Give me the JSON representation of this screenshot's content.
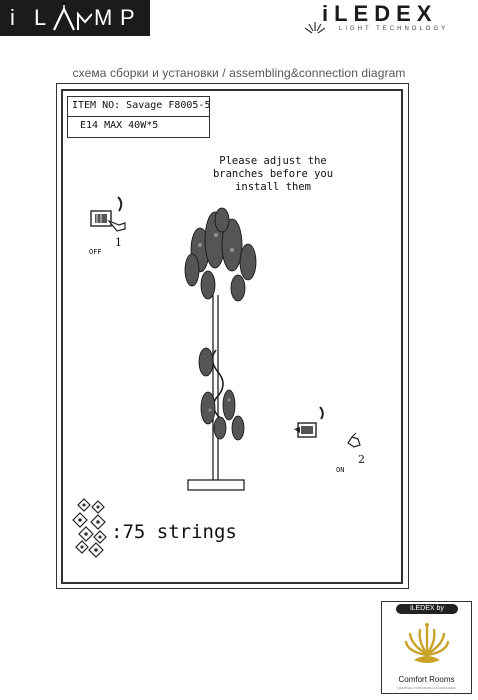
{
  "brand": {
    "ilamp_letters": [
      "i",
      "L",
      "A",
      "M",
      "P"
    ],
    "iledex_word": "iLEDEX",
    "iledex_tagline": "LIGHT TECHNOLOGY"
  },
  "subtitle": "схема сборки и установки / assembling&connection diagram",
  "spec": {
    "item_no": "ITEM NO: Savage F8005-5",
    "bulbs": "E14 MAX 40W*5"
  },
  "note": "Please adjust the branches before you install them",
  "steps": {
    "step1_label": "1",
    "step1_state": "OFF",
    "step2_label": "2",
    "step2_state": "ON"
  },
  "strings_count": ":75 strings",
  "badge": {
    "pill": "iLEDEX by",
    "name": "Comfort Rooms",
    "sub": "LIGHTING | FURNITURE | ACCESSORIES"
  },
  "colors": {
    "ink": "#1b1b1b",
    "gold": "#c9a227"
  }
}
